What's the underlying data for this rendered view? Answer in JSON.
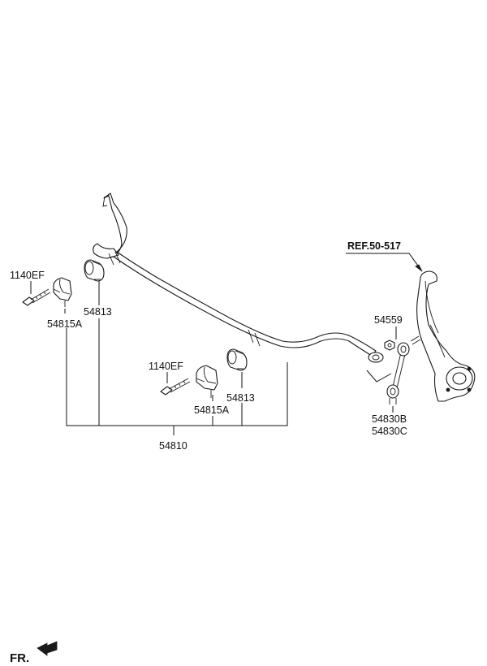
{
  "diagram": {
    "labels": {
      "bolt_left": "1140EF",
      "bolt_center": "1140EF",
      "bushing_left": "54813",
      "bushing_center": "54813",
      "bracket_left": "54815A",
      "bracket_center": "54815A",
      "stabilizer_bar": "54810",
      "nut": "54559",
      "link_b": "54830B",
      "link_c": "54830C",
      "reference": "REF.50-517"
    },
    "front_indicator": "FR."
  }
}
